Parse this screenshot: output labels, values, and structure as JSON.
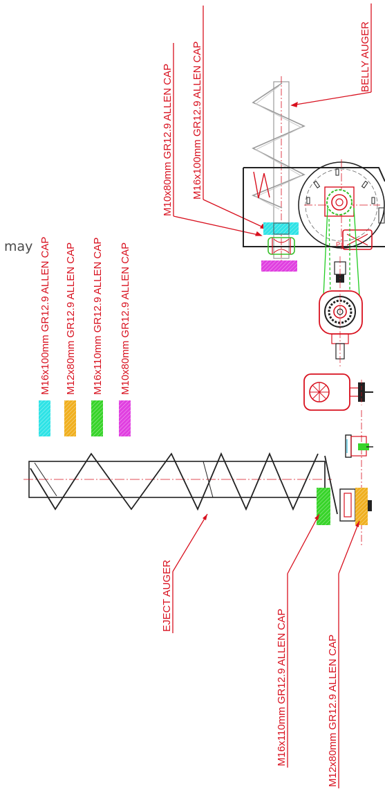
{
  "stray_text": "may",
  "legend": [
    {
      "label": "M16x100mm  GR12.9  ALLEN  CAP",
      "color": "#2fe3e6"
    },
    {
      "label": "M12x80mm  GR12.9  ALLEN  CAP",
      "color": "#f0b020"
    },
    {
      "label": "M16x110mm  GR12.9  ALLEN  CAP",
      "color": "#38d42a"
    },
    {
      "label": "M10x80mm  GR12.9  ALLEN  CAP",
      "color": "#e040e0"
    }
  ],
  "callouts": {
    "belly_auger": "BELLY  AUGER",
    "top_m16x100": "M16x100mm  GR12.9  ALLEN  CAP",
    "top_m10x80": "M10x80mm  GR12.9  ALLEN  CAP",
    "eject_auger": "EJECT  AUGER",
    "bottom_m16x110": "M16x110mm  GR12.9  ALLEN  CAP",
    "bottom_m12x80": "M12x80mm  GR12.9  ALLEN  CAP"
  },
  "colors": {
    "annotation": "#d8101e",
    "drawing": "#666666",
    "chain": "#22cc22"
  }
}
